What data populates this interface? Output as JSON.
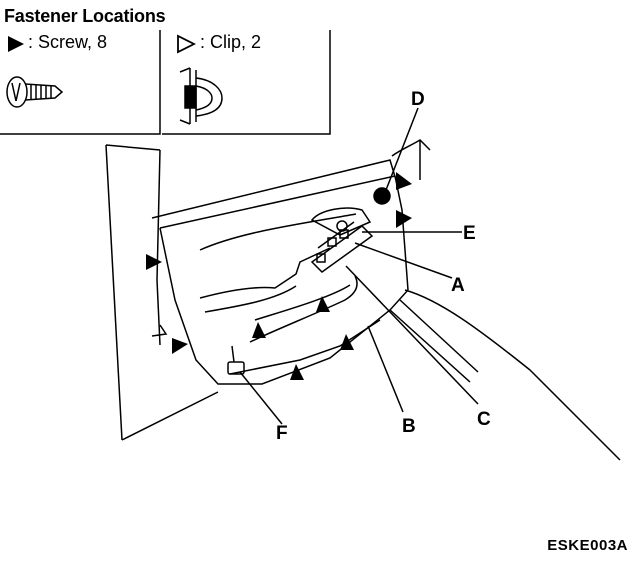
{
  "title": "Fastener Locations",
  "legend": {
    "screw": ": Screw, 8",
    "clip": ": Clip, 2"
  },
  "callouts": [
    "A",
    "B",
    "C",
    "D",
    "E",
    "F"
  ],
  "figure_code": "ESKE003A",
  "icons": {
    "screw_marker": "filled-triangle-icon",
    "clip_marker": "hollow-triangle-icon"
  }
}
